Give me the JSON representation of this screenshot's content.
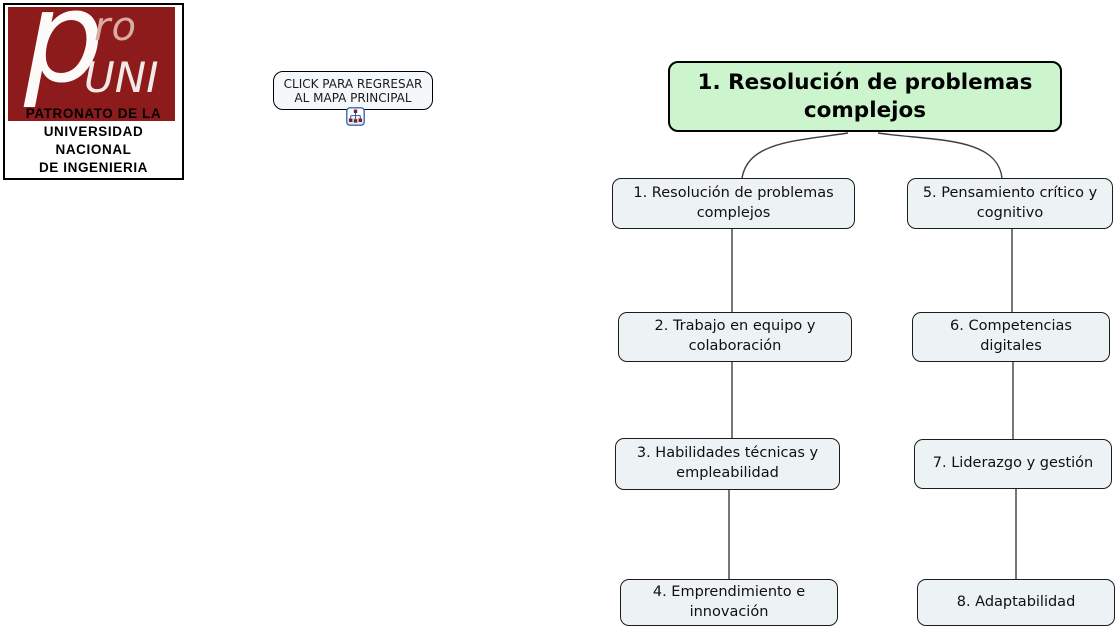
{
  "logo": {
    "brand": {
      "p": "p",
      "ro": "ro",
      "uni": "UNI"
    },
    "caption": "PATRONATO DE LA\nUNIVERSIDAD NACIONAL\nDE INGENIERIA"
  },
  "return_link": {
    "label": "CLICK PARA REGRESAR\nAL MAPA PRINCIPAL",
    "icon": "concept-map-icon"
  },
  "concept_map": {
    "root": {
      "label": "1. Resolución de problemas\ncomplejos"
    },
    "nodes": [
      {
        "id": 1,
        "label": "1. Resolución de problemas\ncomplejos"
      },
      {
        "id": 2,
        "label": "2. Trabajo en equipo y\ncolaboración"
      },
      {
        "id": 3,
        "label": "3. Habilidades técnicas y\nempleabilidad"
      },
      {
        "id": 4,
        "label": "4. Emprendimiento e\ninnovación"
      },
      {
        "id": 5,
        "label": "5. Pensamiento crítico y\ncognitivo"
      },
      {
        "id": 6,
        "label": "6. Competencias\ndigitales"
      },
      {
        "id": 7,
        "label": "7. Liderazgo y gestión"
      },
      {
        "id": 8,
        "label": "8. Adaptabilidad"
      }
    ],
    "edges": [
      "root→1",
      "root→5",
      "1→2",
      "2→3",
      "3→4",
      "5→6",
      "6→7",
      "7→8"
    ]
  },
  "colors": {
    "logo_maroon": "#8e1b1b",
    "logo_rose": "#d8aba3",
    "root_green": "#cdf5cd",
    "node_fill": "#edf3f5",
    "line_color": "#3d3d3d"
  }
}
